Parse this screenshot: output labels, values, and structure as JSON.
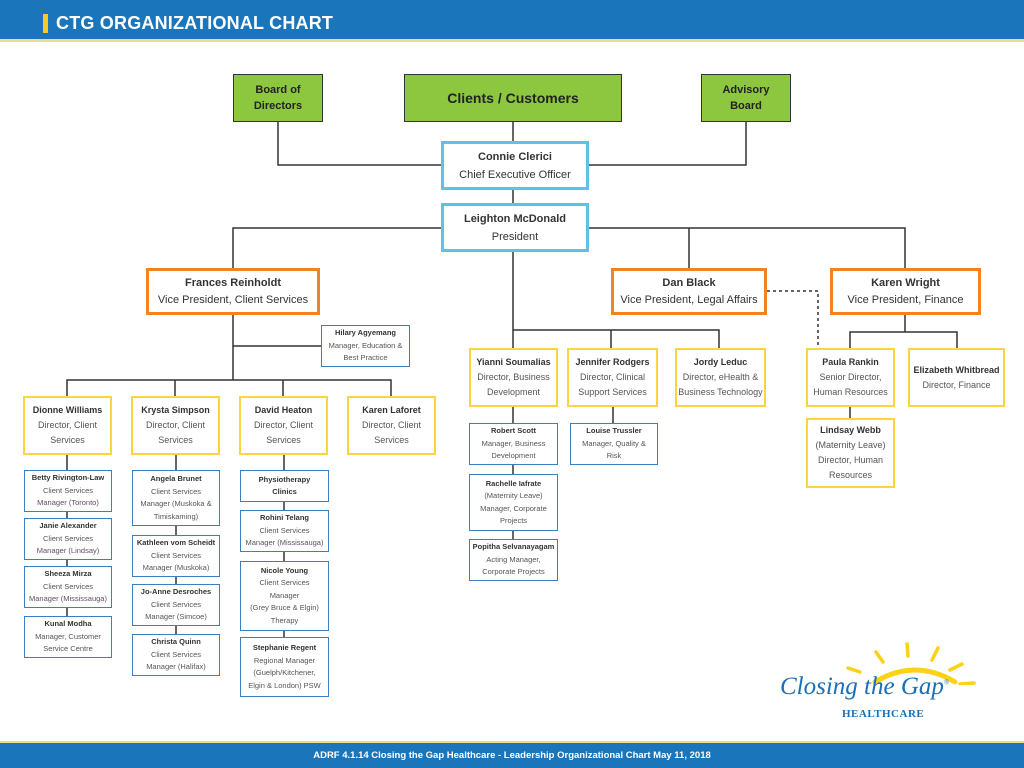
{
  "header": {
    "title": "CTG ORGANIZATIONAL CHART"
  },
  "footer": {
    "text": "ADRF 4.1.14 Closing the Gap Healthcare - Leadership Organizational Chart May 11, 2018"
  },
  "logo": {
    "name": "Closing the Gap",
    "sub": "HEALTHCARE",
    "mark": "®"
  },
  "top": {
    "board": "Board of\nDirectors",
    "clients": "Clients / Customers",
    "advisory": "Advisory\nBoard"
  },
  "ceo": {
    "name": "Connie Clerici",
    "title": "Chief Executive Officer"
  },
  "president": {
    "name": "Leighton McDonald",
    "title": "President"
  },
  "vps": [
    {
      "name": "Frances Reinholdt",
      "title": "Vice President, Client Services"
    },
    {
      "name": "Dan Black",
      "title": "Vice President, Legal Affairs"
    },
    {
      "name": "Karen Wright",
      "title": "Vice President, Finance"
    }
  ],
  "hilary": {
    "name": "Hilary Agyemang",
    "title": "Manager, Education &\nBest Practice"
  },
  "directors": [
    {
      "name": "Dionne Williams",
      "title": "Director, Client\nServices"
    },
    {
      "name": "Krysta Simpson",
      "title": "Director, Client\nServices"
    },
    {
      "name": "David Heaton",
      "title": "Director, Client\nServices"
    },
    {
      "name": "Karen Laforet",
      "title": "Director, Client\nServices"
    },
    {
      "name": "Yianni Soumalias",
      "title": "Director, Business\nDevelopment"
    },
    {
      "name": "Jennifer Rodgers",
      "title": "Director, Clinical\nSupport Services"
    },
    {
      "name": "Jordy Leduc",
      "title": "Director, eHealth &\nBusiness Technology"
    },
    {
      "name": "Paula Rankin",
      "title": "Senior Director,\nHuman Resources"
    },
    {
      "name": "Elizabeth Whitbread",
      "title": "Director, Finance"
    },
    {
      "name": "Lindsay Webb",
      "title": "(Maternity Leave)\nDirector, Human\nResources"
    }
  ],
  "managers": [
    {
      "name": "Betty Rivington-Law",
      "title": "Client Services\nManager (Toronto)"
    },
    {
      "name": "Janie Alexander",
      "title": "Client Services\nManager (Lindsay)"
    },
    {
      "name": "Sheeza Mirza",
      "title": "Client Services\nManager (Mississauga)"
    },
    {
      "name": "Kunal Modha",
      "title": "Manager, Customer\nService Centre"
    },
    {
      "name": "Angela Brunet",
      "title": "Client Services\nManager (Muskoka &\nTimiskaming)"
    },
    {
      "name": "Kathleen vom Scheidt",
      "title": "Client Services\nManager (Muskoka)"
    },
    {
      "name": "Jo-Anne Desroches",
      "title": "Client Services\nManager (Simcoe)"
    },
    {
      "name": "Christa Quinn",
      "title": "Client Services\nManager (Halifax)"
    },
    {
      "name": "Physiotherapy\nClinics",
      "title": ""
    },
    {
      "name": "Rohini Telang",
      "title": "Client Services\nManager (Mississauga)"
    },
    {
      "name": "Nicole Young",
      "title": "Client Services\nManager\n(Grey Bruce & Elgin)\nTherapy"
    },
    {
      "name": "Stephanie Regent",
      "title": "Regional Manager\n(Guelph/Kitchener,\nElgin & London) PSW"
    },
    {
      "name": "Robert Scott",
      "title": "Manager, Business\nDevelopment"
    },
    {
      "name": "Rachelle Iafrate",
      "title": "(Maternity Leave)\nManager, Corporate\nProjects"
    },
    {
      "name": "Popitha Selvanayagam",
      "title": "Acting Manager,\nCorporate Projects"
    },
    {
      "name": "Louise Trussler",
      "title": "Manager, Quality &\nRisk"
    }
  ],
  "colors": {
    "header": "#1a75bb",
    "green": "#8dc63f",
    "exec": "#5bc3e6",
    "vp": "#f58220",
    "director": "#fcd440",
    "manager": "#3a7fc1"
  }
}
